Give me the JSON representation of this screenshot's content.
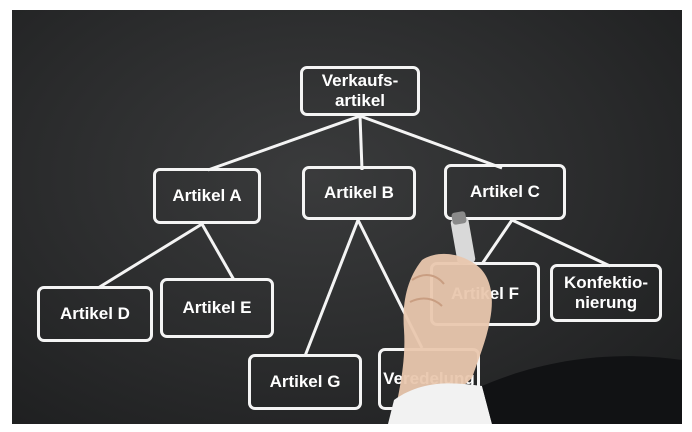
{
  "diagram": {
    "nodes": [
      {
        "id": "root",
        "label": "Verkaufs-\nartikel"
      },
      {
        "id": "a",
        "label": "Artikel A"
      },
      {
        "id": "b",
        "label": "Artikel B"
      },
      {
        "id": "c",
        "label": "Artikel C"
      },
      {
        "id": "d",
        "label": "Artikel D"
      },
      {
        "id": "e",
        "label": "Artikel E"
      },
      {
        "id": "g",
        "label": "Artikel G"
      },
      {
        "id": "v",
        "label": "Veredelung"
      },
      {
        "id": "f",
        "label": "Artikel F"
      },
      {
        "id": "k",
        "label": "Konfektio-\nnierung"
      }
    ],
    "edges": [
      [
        "root",
        "a"
      ],
      [
        "root",
        "b"
      ],
      [
        "root",
        "c"
      ],
      [
        "a",
        "d"
      ],
      [
        "a",
        "e"
      ],
      [
        "b",
        "g"
      ],
      [
        "b",
        "v"
      ],
      [
        "c",
        "f"
      ],
      [
        "c",
        "k"
      ]
    ]
  },
  "colors": {
    "board": "#2b2c2d",
    "chalk": "#f4f4f4"
  },
  "icons": {
    "hand": "hand-with-marker-icon"
  }
}
